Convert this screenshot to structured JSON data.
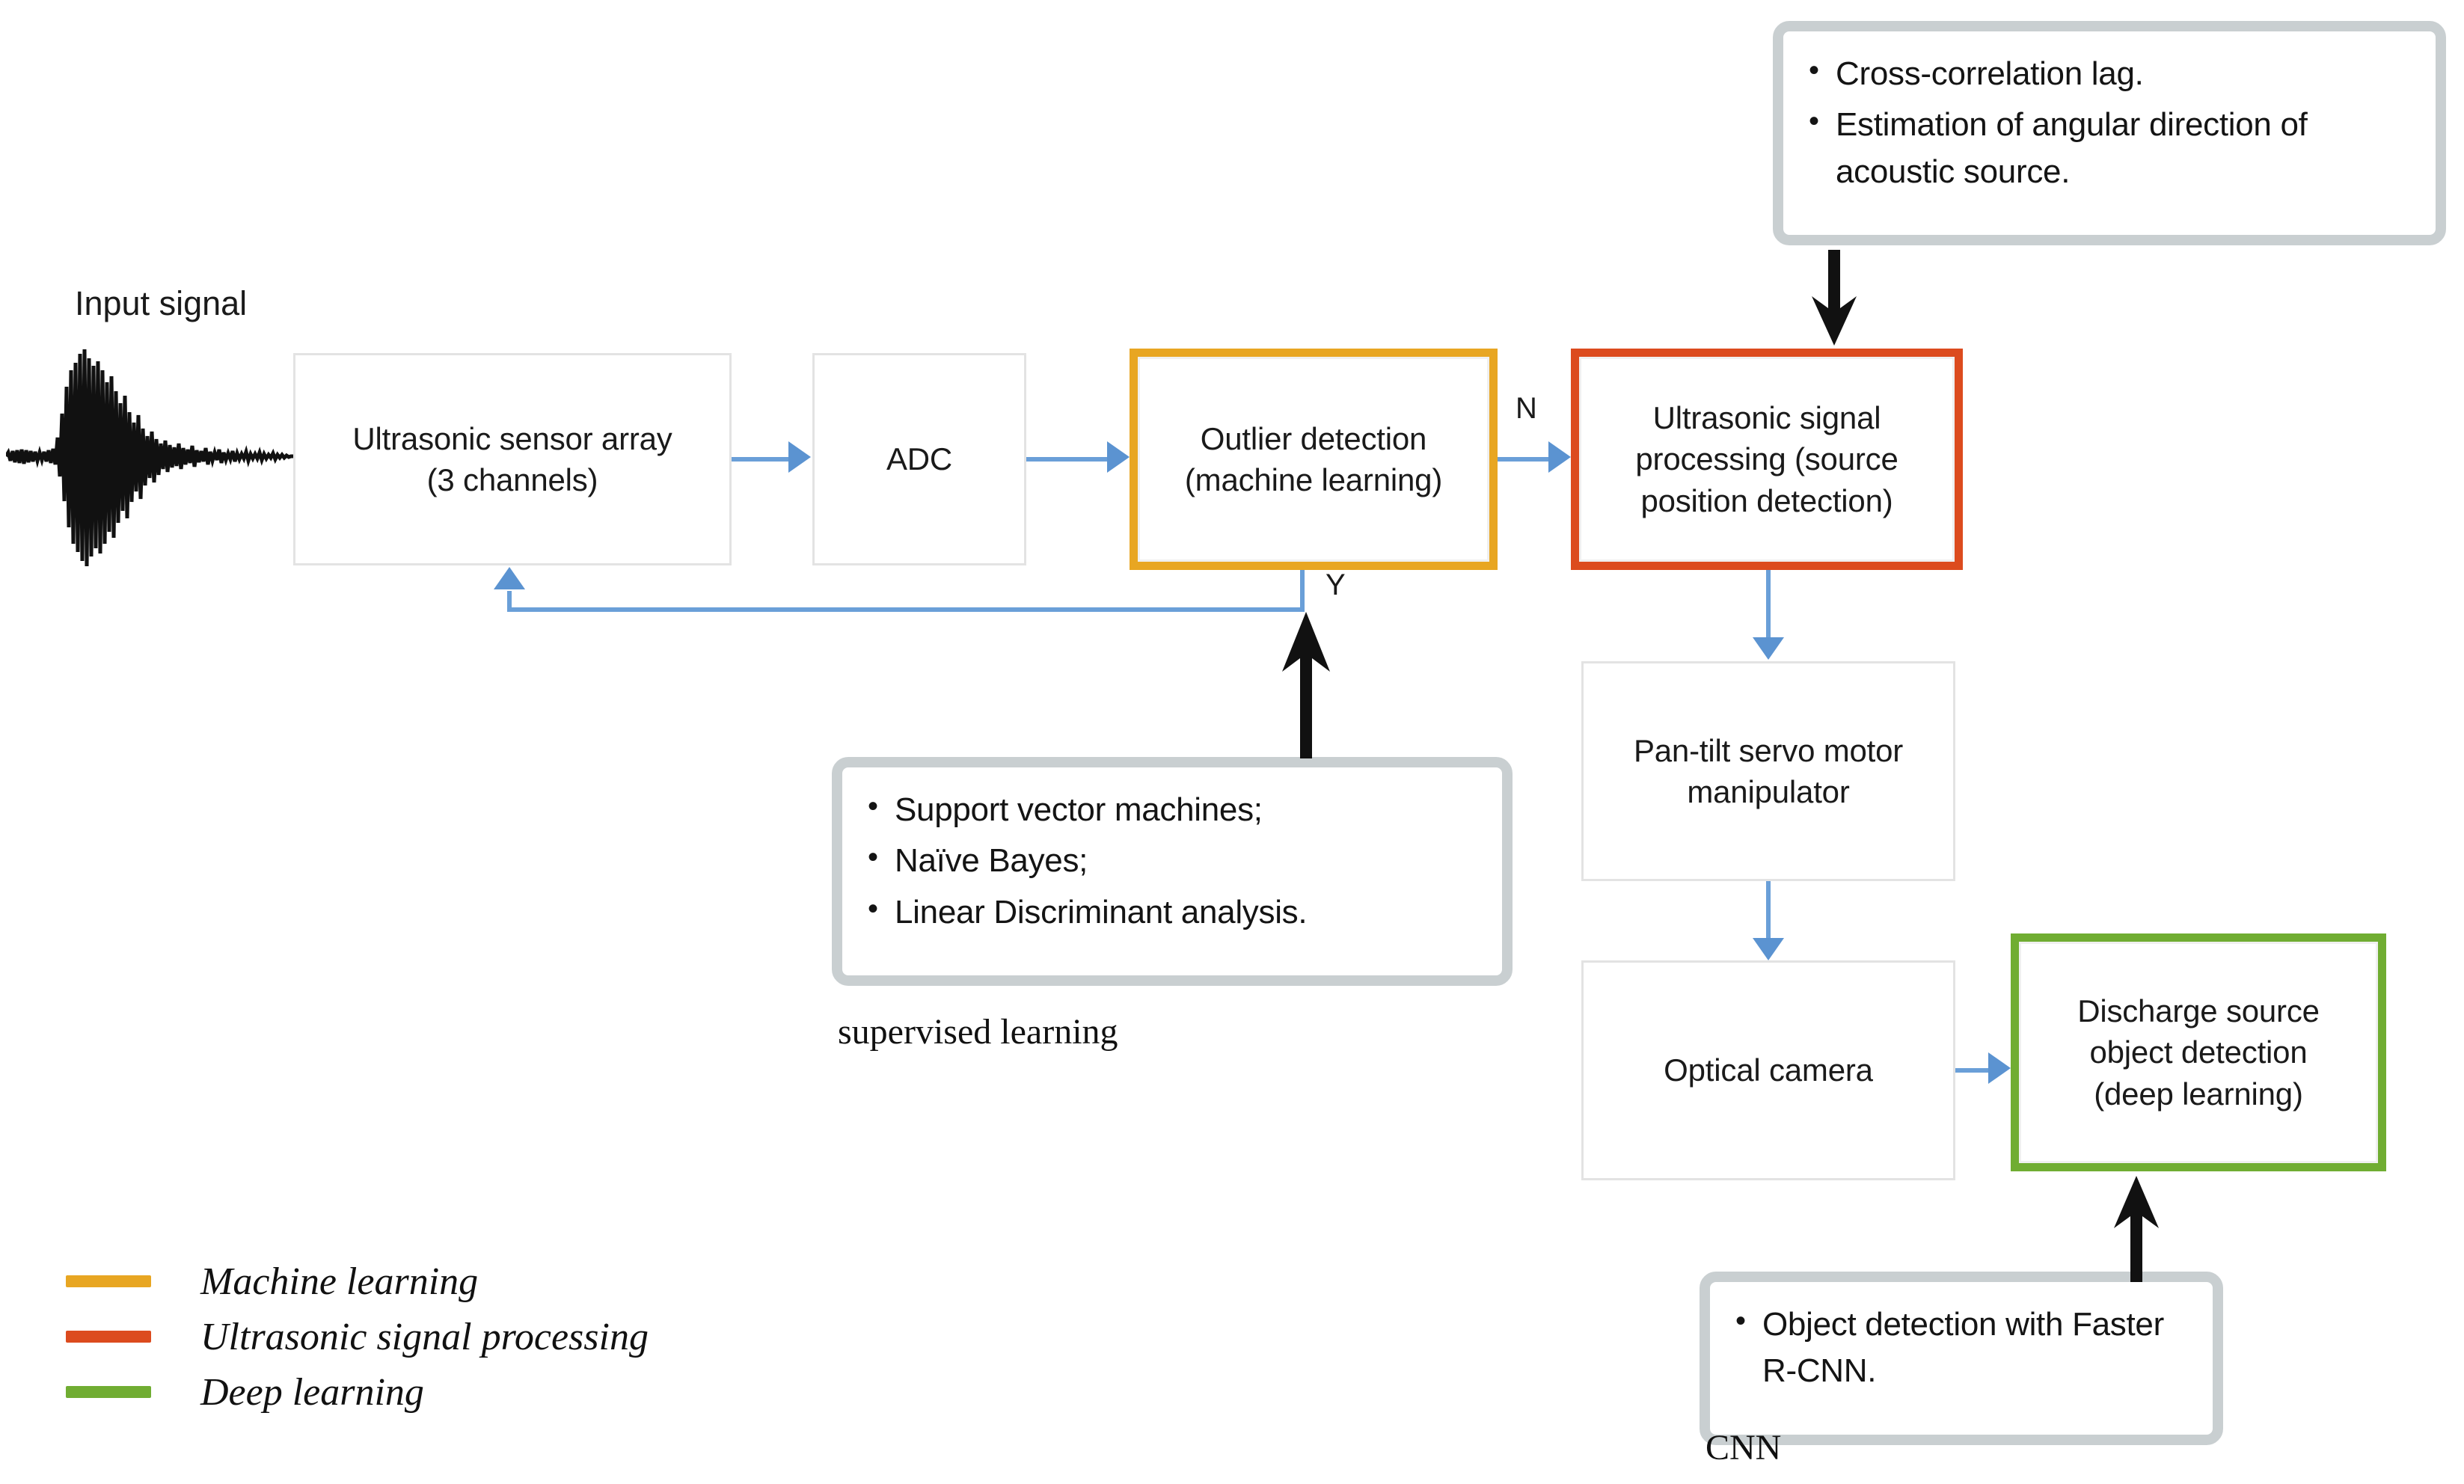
{
  "diagram": {
    "input_label": "Input signal",
    "nodes": [
      {
        "id": "sensor-array",
        "label": "Ultrasonic sensor array\n(3 channels)",
        "style": "plain",
        "color": "#e3e3e3"
      },
      {
        "id": "adc",
        "label": "ADC",
        "style": "plain",
        "color": "#e3e3e3"
      },
      {
        "id": "outlier-detection",
        "label": "Outlier detection\n(machine learning)",
        "style": "accent",
        "color": "#e8a622"
      },
      {
        "id": "signal-processing",
        "label": "Ultrasonic signal\nprocessing (source\nposition detection)",
        "style": "accent",
        "color": "#dc4b1e"
      },
      {
        "id": "servo-manipulator",
        "label": "Pan-tilt servo motor\nmanipulator",
        "style": "plain",
        "color": "#e3e3e3"
      },
      {
        "id": "optical-camera",
        "label": "Optical camera",
        "style": "plain",
        "color": "#e3e3e3"
      },
      {
        "id": "object-detection",
        "label": "Discharge source\nobject detection\n(deep learning)",
        "style": "accent",
        "color": "#70ad32"
      }
    ],
    "edge_labels": {
      "outlier_no": "N",
      "outlier_yes": "Y"
    }
  },
  "callouts": {
    "cross_correlation": {
      "items": [
        "Cross-correlation lag.",
        "Estimation of angular direction of acoustic source."
      ],
      "caption": ""
    },
    "supervised_learning": {
      "items": [
        "Support vector machines;",
        "Naïve Bayes;",
        "Linear Discriminant analysis."
      ],
      "caption": "supervised learning"
    },
    "cnn": {
      "items": [
        "Object detection with Faster R-CNN."
      ],
      "caption": "CNN"
    }
  },
  "legend": {
    "items": [
      {
        "label": "Machine learning",
        "color": "#e8a622"
      },
      {
        "label": "Ultrasonic signal processing",
        "color": "#dc4b1e"
      },
      {
        "label": "Deep learning",
        "color": "#70ad32"
      }
    ]
  },
  "colors": {
    "machine_learning": "#e8a622",
    "ultrasonic_signal_processing": "#dc4b1e",
    "deep_learning": "#70ad32",
    "connector_blue": "#6a9fd8",
    "callout_gray": "#c9cfd1",
    "plain_box_gray": "#e3e3e3"
  }
}
